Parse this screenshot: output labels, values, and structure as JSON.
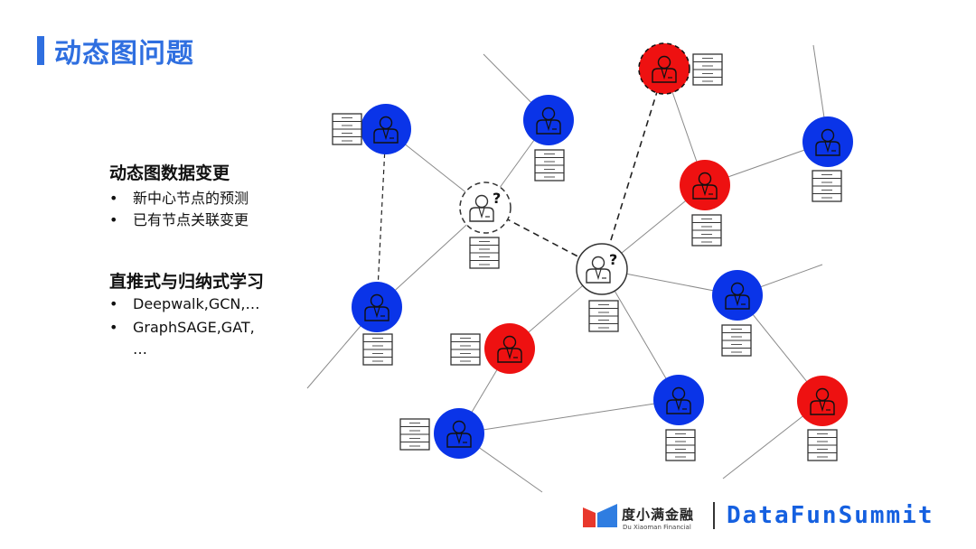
{
  "title": "动态图问题",
  "sections": [
    {
      "heading": "动态图数据变更",
      "bullets": [
        "新中心节点的预测",
        "已有节点关联变更"
      ]
    },
    {
      "heading": "直推式与归纳式学习",
      "bullets": [
        "Deepwalk,GCN,…",
        "GraphSAGE,GAT,"
      ],
      "continuation": "…"
    }
  ],
  "bullet_glyph": "•",
  "question_mark": "?",
  "colors": {
    "accent": "#2f6fe0",
    "blue_node": "#0a34e8",
    "red_node": "#ee1111",
    "brand": "#1560e0",
    "logo_red": "#e8382c",
    "logo_blue": "#2f7de1"
  },
  "graph": {
    "node_types": [
      "blue",
      "red",
      "unknown",
      "red-dashed"
    ],
    "node_icon": "person-icon",
    "feature_icon": "table-icon"
  },
  "footer": {
    "company_cn": "度小满金融",
    "company_en": "Du Xiaoman Financial",
    "brand": "DataFunSummit"
  }
}
